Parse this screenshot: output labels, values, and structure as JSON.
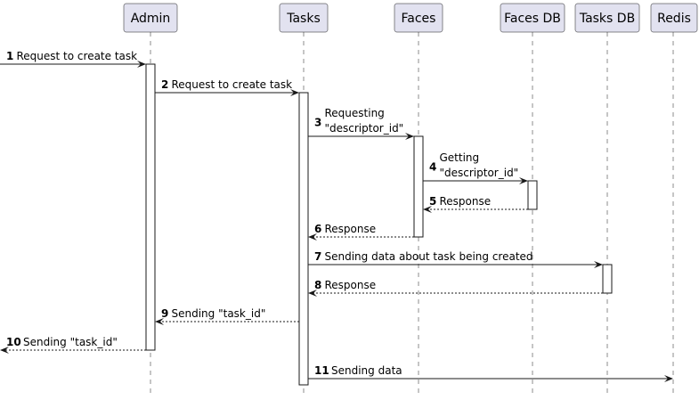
{
  "participants": [
    {
      "id": "admin",
      "label": "Admin"
    },
    {
      "id": "tasks",
      "label": "Tasks"
    },
    {
      "id": "faces",
      "label": "Faces"
    },
    {
      "id": "facesdb",
      "label": "Faces DB"
    },
    {
      "id": "tasksdb",
      "label": "Tasks DB"
    },
    {
      "id": "redis",
      "label": "Redis"
    }
  ],
  "messages": [
    {
      "num": "1",
      "lines": [
        "Request to create task"
      ],
      "from": "external",
      "to": "admin",
      "style": "solid"
    },
    {
      "num": "2",
      "lines": [
        "Request to create task"
      ],
      "from": "admin",
      "to": "tasks",
      "style": "solid"
    },
    {
      "num": "3",
      "lines": [
        "Requesting",
        "\"descriptor_id\""
      ],
      "from": "tasks",
      "to": "faces",
      "style": "solid"
    },
    {
      "num": "4",
      "lines": [
        "Getting",
        "\"descriptor_id\""
      ],
      "from": "faces",
      "to": "facesdb",
      "style": "solid"
    },
    {
      "num": "5",
      "lines": [
        "Response"
      ],
      "from": "facesdb",
      "to": "faces",
      "style": "dashed"
    },
    {
      "num": "6",
      "lines": [
        "Response"
      ],
      "from": "faces",
      "to": "tasks",
      "style": "dashed"
    },
    {
      "num": "7",
      "lines": [
        "Sending data about task being created"
      ],
      "from": "tasks",
      "to": "tasksdb",
      "style": "solid"
    },
    {
      "num": "8",
      "lines": [
        "Response"
      ],
      "from": "tasksdb",
      "to": "tasks",
      "style": "dashed"
    },
    {
      "num": "9",
      "lines": [
        "Sending \"task_id\""
      ],
      "from": "tasks",
      "to": "admin",
      "style": "dashed"
    },
    {
      "num": "10",
      "lines": [
        "Sending \"task_id\""
      ],
      "from": "admin",
      "to": "external",
      "style": "dashed"
    },
    {
      "num": "11",
      "lines": [
        "Sending data"
      ],
      "from": "tasks",
      "to": "redis",
      "style": "solid"
    }
  ]
}
